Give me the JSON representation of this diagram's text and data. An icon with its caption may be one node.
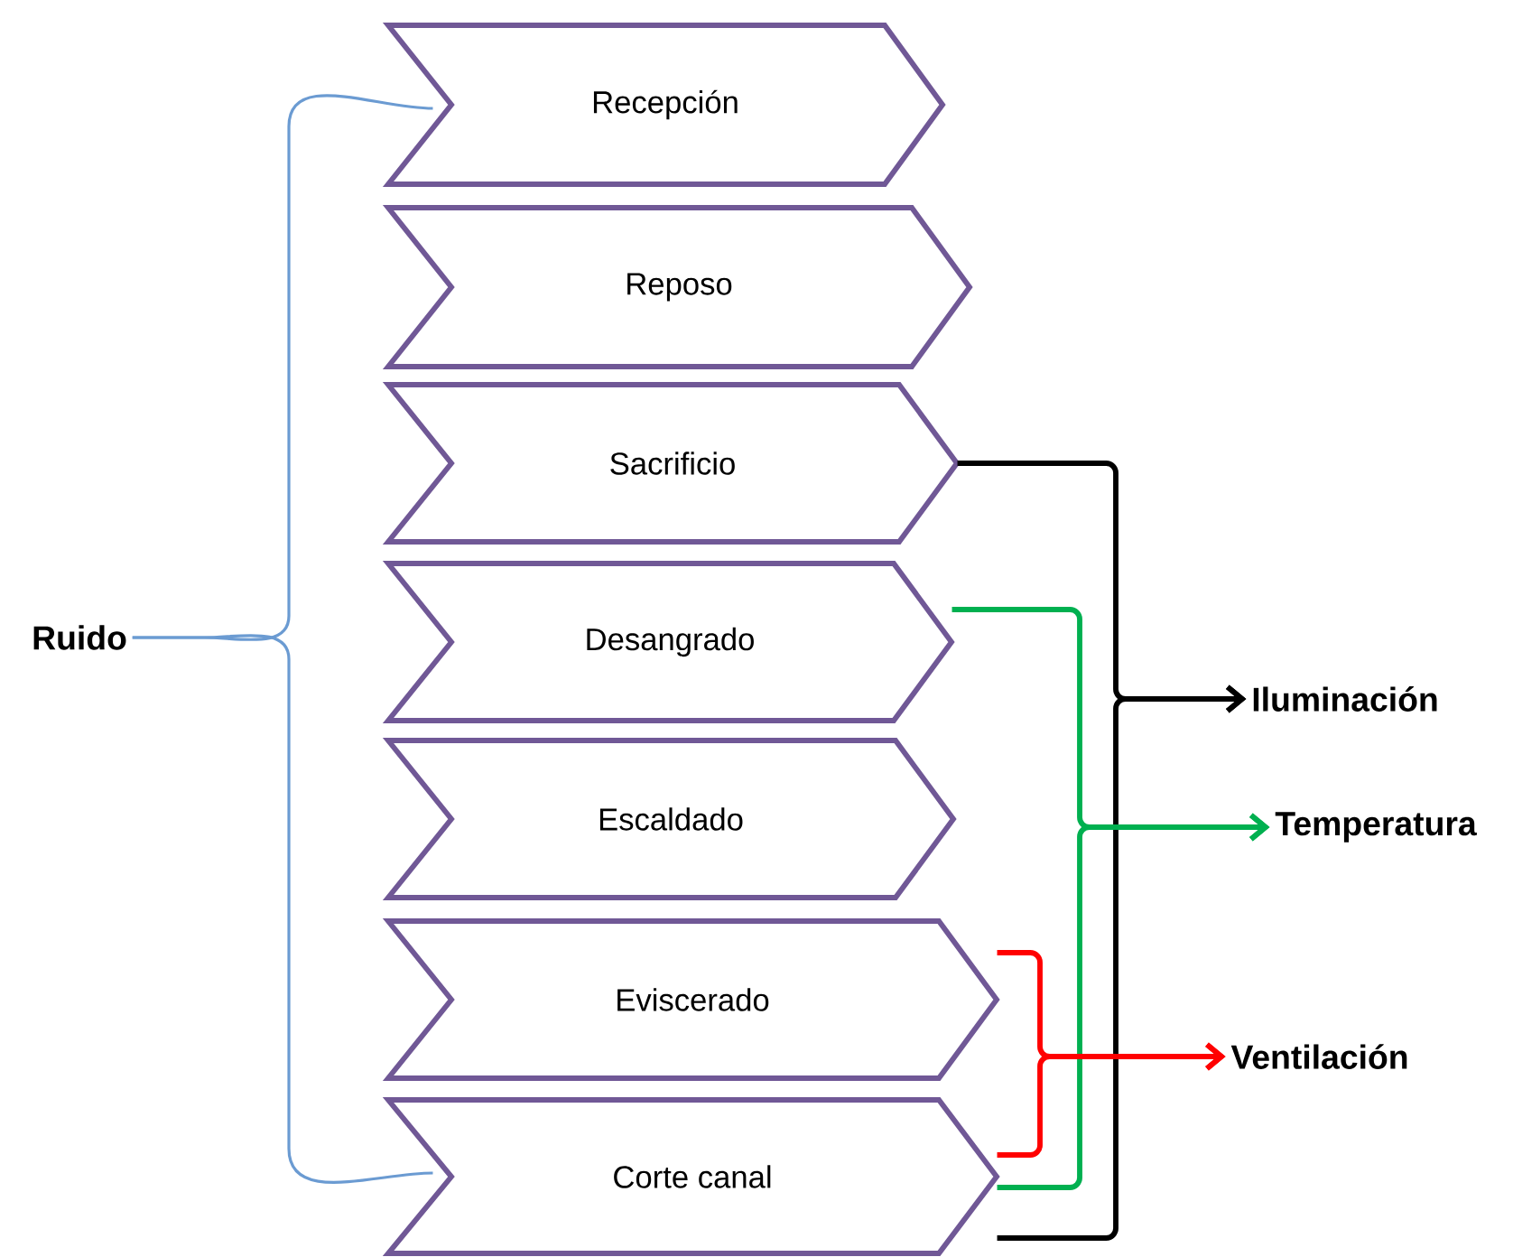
{
  "diagram": {
    "nodes": [
      {
        "text": [
          "Recepción"
        ]
      },
      {
        "text": [
          "Reposo"
        ]
      },
      {
        "text": [
          "Sacrificio"
        ]
      },
      {
        "text": [
          "Desangrado"
        ]
      },
      {
        "text": [
          "Escaldado"
        ]
      },
      {
        "text": [
          "Eviscerado"
        ]
      },
      {
        "text": [
          "Corte canal"
        ]
      },
      {
        "text": [
          "Ruido"
        ]
      },
      {
        "text": [
          "Iluminación"
        ]
      },
      {
        "text": [
          "Temperatura"
        ]
      },
      {
        "text": [
          "Ventilación"
        ]
      }
    ],
    "edges": [
      {
        "from": 7,
        "to": 0,
        "arrow": "none",
        "color": "#6b9bd2"
      },
      {
        "from": 7,
        "to": 6,
        "arrow": "none",
        "color": "#6b9bd2"
      },
      {
        "from": 2,
        "to": 8,
        "arrow": "to",
        "color": "#000000"
      },
      {
        "from": 6,
        "to": 8,
        "arrow": "to",
        "color": "#000000"
      },
      {
        "from": 3,
        "to": 9,
        "arrow": "to",
        "color": "#00b050"
      },
      {
        "from": 6,
        "to": 9,
        "arrow": "to",
        "color": "#00b050"
      },
      {
        "from": 5,
        "to": 10,
        "arrow": "to",
        "color": "#ff0000"
      },
      {
        "from": 6,
        "to": 10,
        "arrow": "to",
        "color": "#ff0000"
      }
    ]
  }
}
